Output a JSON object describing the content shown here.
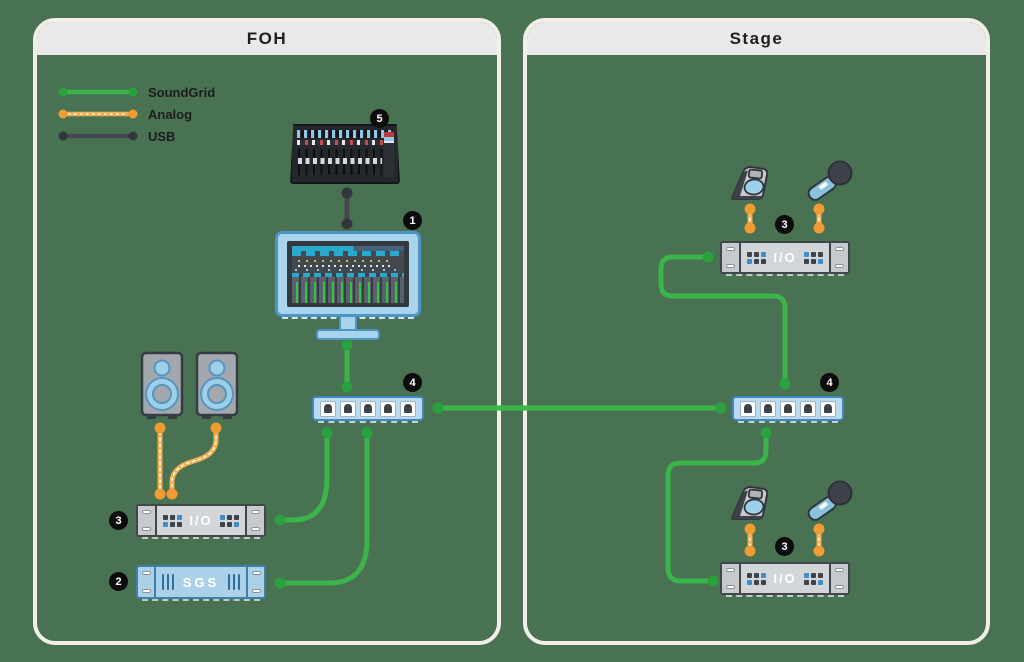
{
  "panels": {
    "foh": {
      "title": "FOH"
    },
    "stage": {
      "title": "Stage"
    }
  },
  "legend": {
    "items": [
      {
        "id": "soundgrid",
        "label": "SoundGrid"
      },
      {
        "id": "analog",
        "label": "Analog"
      },
      {
        "id": "usb",
        "label": "USB"
      }
    ]
  },
  "colors": {
    "background": "#497253",
    "soundgrid": "#3bb44a",
    "soundgrid_dot": "#2aa13c",
    "analog": "#f7ad4b",
    "analog_dot": "#f09b33",
    "usb": "#45484e",
    "usb_dot": "#33363a",
    "badge_bg": "#0c0c0c"
  },
  "devices": {
    "mixer": {
      "badge": "5"
    },
    "computer": {
      "badge": "1"
    },
    "switch_foh": {
      "badge": "4"
    },
    "io_foh": {
      "badge": "3",
      "label": "I/O"
    },
    "server": {
      "badge": "2",
      "label": "SGS"
    },
    "io_stage_top": {
      "badge": "3",
      "label": "I/O"
    },
    "switch_stage": {
      "badge": "4"
    },
    "io_stage_bottom": {
      "badge": "3",
      "label": "I/O"
    }
  }
}
